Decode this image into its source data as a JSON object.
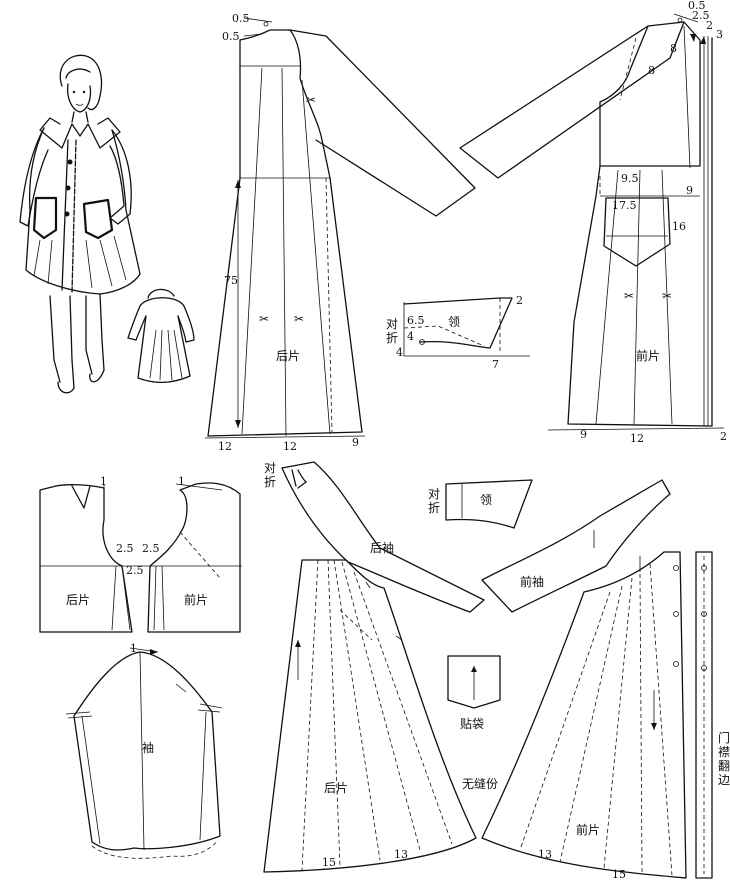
{
  "top_back": {
    "label": "后片",
    "dims": [
      "0.5",
      "0.5",
      "75",
      "12",
      "12",
      "9"
    ]
  },
  "top_front": {
    "label": "前片",
    "dims": [
      "0.5",
      "2.5",
      "2",
      "3",
      "8",
      "8",
      "9.5",
      "9",
      "17.5",
      "16",
      "9",
      "12",
      "2"
    ]
  },
  "collar_draft": {
    "label": "领",
    "fold_label": "对\n折",
    "dims": [
      "6.5",
      "4",
      "4",
      "2",
      "7"
    ]
  },
  "bodice_back": {
    "label": "后片",
    "dims": [
      "1",
      "2.5",
      "2.5"
    ]
  },
  "bodice_front": {
    "label": "前片",
    "dims": [
      "1",
      "2.5"
    ]
  },
  "sleeve": {
    "label": "袖",
    "dims": [
      "1"
    ]
  },
  "back_sleeve": {
    "label": "后袖",
    "fold_label": "对\n折"
  },
  "front_sleeve": {
    "label": "前袖"
  },
  "collar_piece": {
    "label": "领",
    "fold_label": "对\n折"
  },
  "pocket": {
    "label": "贴袋"
  },
  "no_seam": {
    "label": "无缝份"
  },
  "flare_back": {
    "label": "后片",
    "dims": [
      "15",
      "13"
    ]
  },
  "flare_front": {
    "label": "前片",
    "dims": [
      "13",
      "15"
    ]
  },
  "placket": {
    "label": "门襟翻边"
  }
}
